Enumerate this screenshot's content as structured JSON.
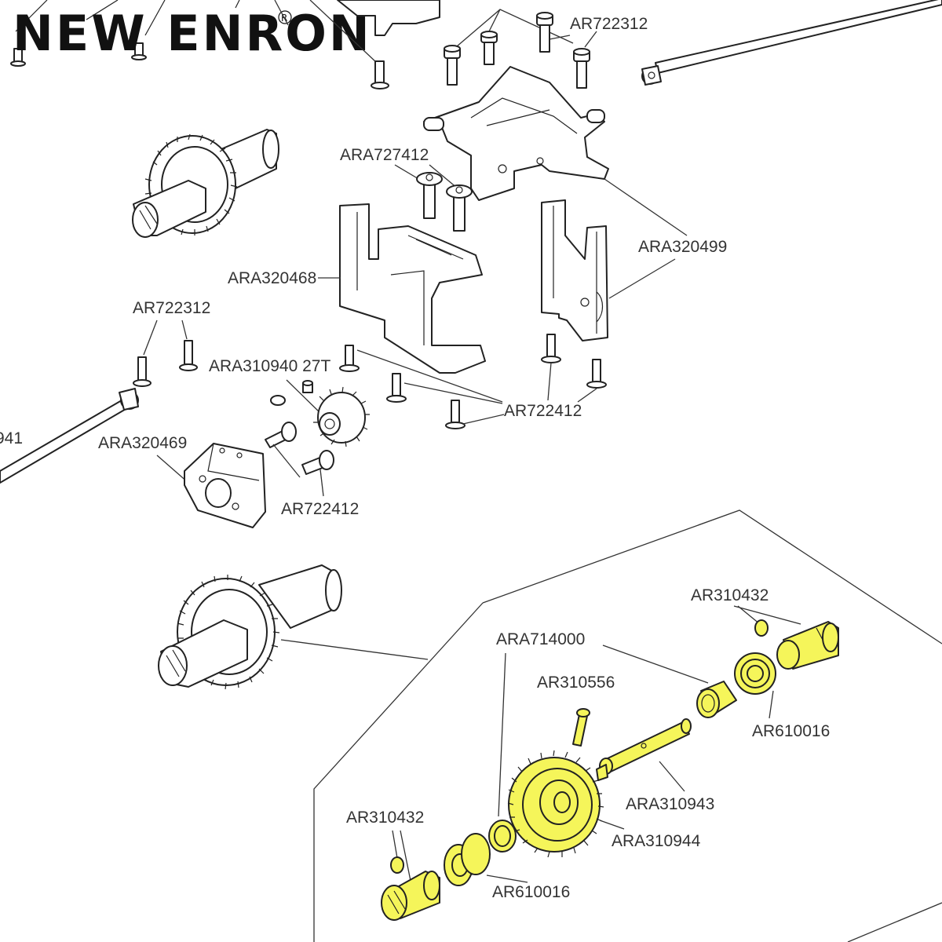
{
  "brand": {
    "name": "NEW ENRON",
    "registered_mark": "R"
  },
  "colors": {
    "highlight": "#f5f55a",
    "line": "#222222",
    "label": "#333333"
  },
  "labels": {
    "ar722312_top": "AR722312",
    "ara727412": "ARA727412",
    "ara320499": "ARA320499",
    "ara320468": "ARA320468",
    "ar722312_left": "AR722312",
    "ara310940": "ARA310940 27T",
    "ar722412_mid": "AR722412",
    "edge_941": "941",
    "ara320469": "ARA320469",
    "ar722412_low": "AR722412",
    "ar310432_right": "AR310432",
    "ara714000": "ARA714000",
    "ar310556": "AR310556",
    "ar610016_right": "AR610016",
    "ara310943": "ARA310943",
    "ar310432_left": "AR310432",
    "ara310944": "ARA310944",
    "ar610016_left": "AR610016"
  }
}
